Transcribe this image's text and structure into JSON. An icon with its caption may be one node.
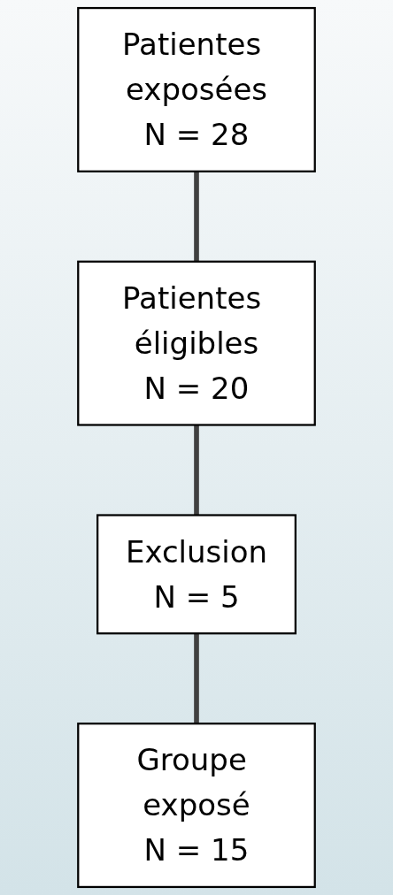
{
  "diagram": {
    "nodes": [
      {
        "text": [
          "Patientes exposées",
          "N = 28"
        ]
      },
      {
        "text": [
          "Patientes éligibles",
          "N = 20"
        ]
      },
      {
        "text": [
          "Exclusion",
          "N = 5"
        ]
      },
      {
        "text": [
          "Groupe exposé",
          "N = 15"
        ]
      }
    ],
    "edges": [
      {
        "from": 0,
        "to": 1,
        "arrow": "none"
      },
      {
        "from": 1,
        "to": 2,
        "arrow": "none"
      },
      {
        "from": 2,
        "to": 3,
        "arrow": "none"
      }
    ]
  }
}
